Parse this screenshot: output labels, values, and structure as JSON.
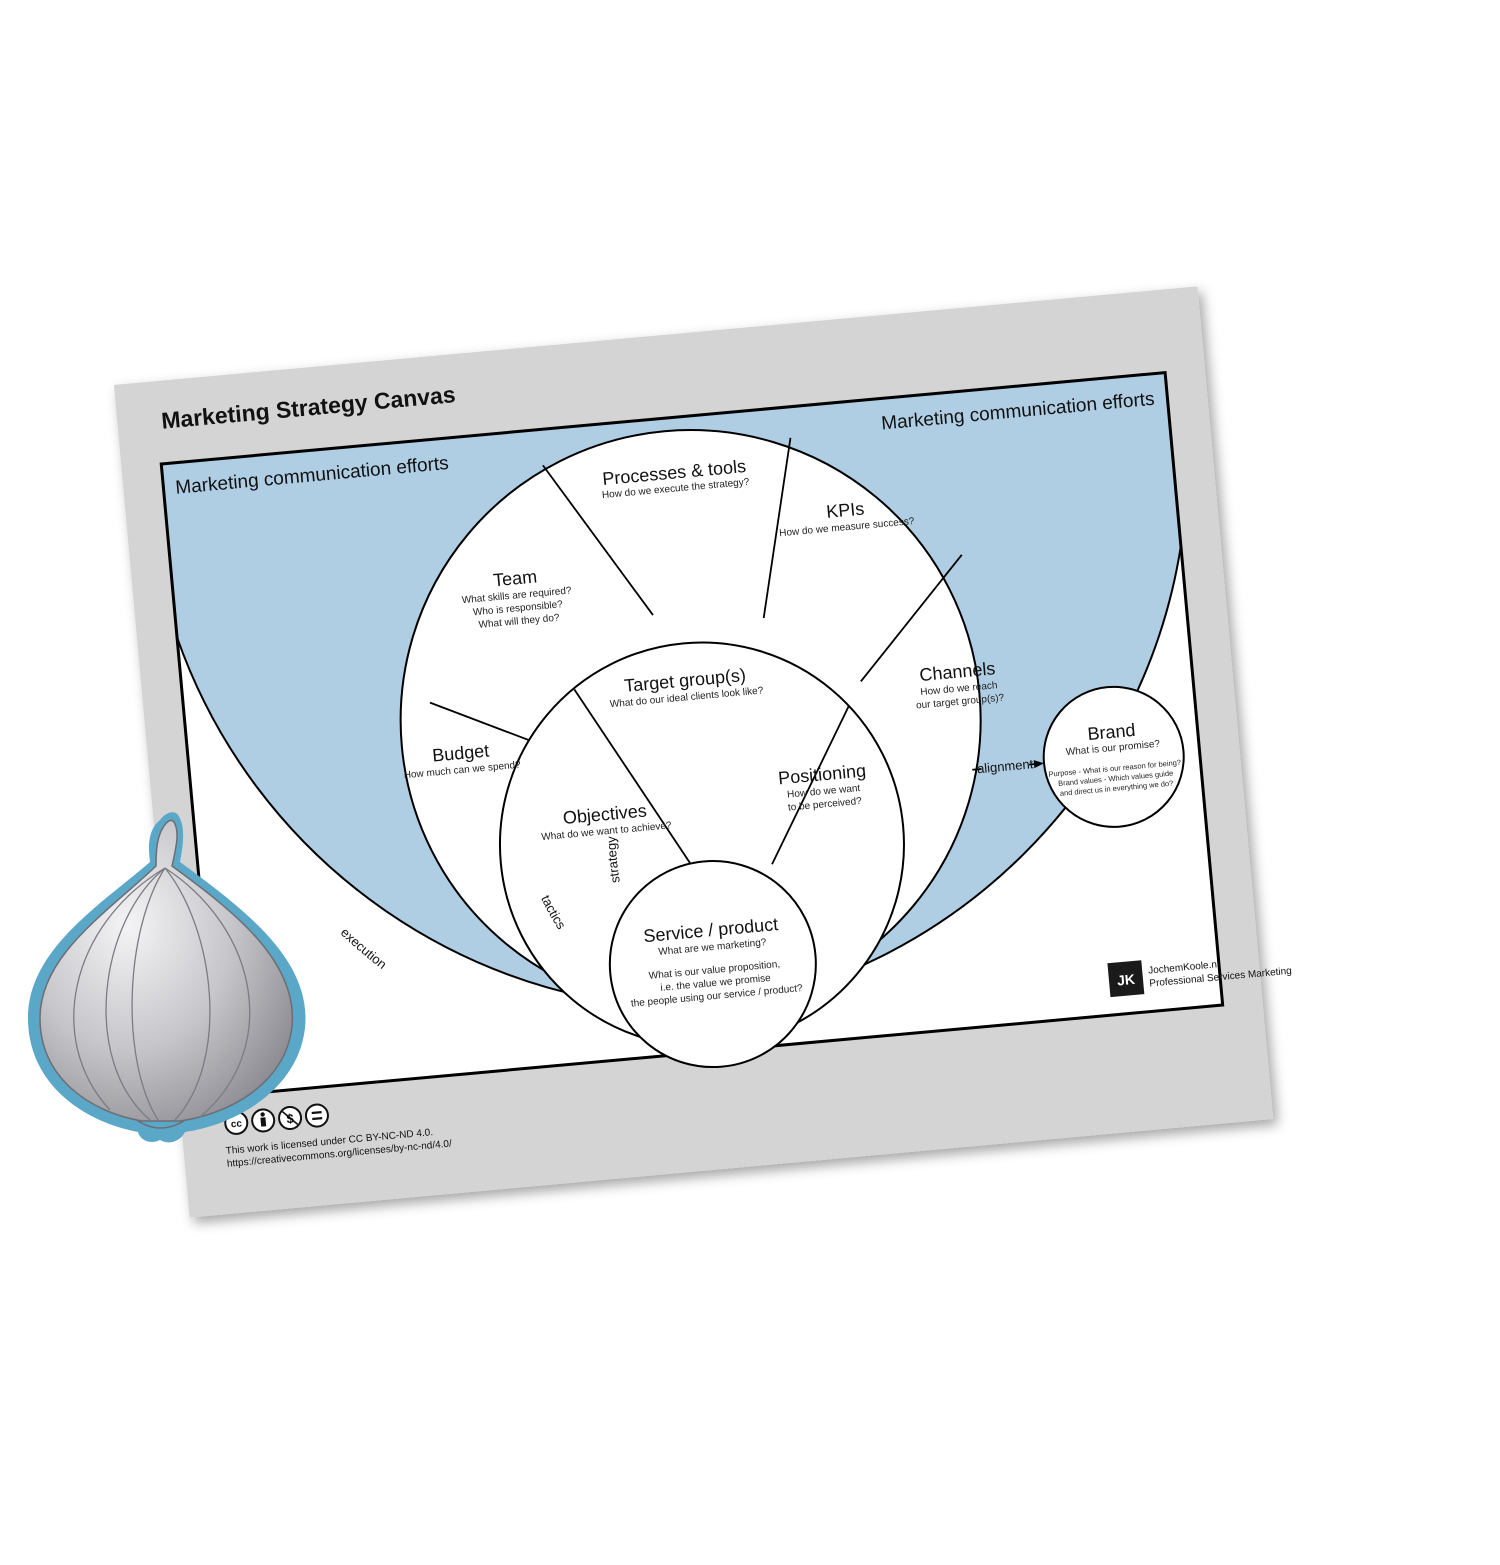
{
  "title": "Marketing Strategy Canvas",
  "marketing_efforts": "Marketing communication efforts",
  "sections": {
    "processes": {
      "title": "Processes & tools",
      "lines": [
        "How do we execute the strategy?"
      ]
    },
    "kpis": {
      "title": "KPIs",
      "lines": [
        "How do we measure success?"
      ]
    },
    "team": {
      "title": "Team",
      "lines": [
        "What skills are required?",
        "Who is responsible?",
        "What will they do?"
      ]
    },
    "channels": {
      "title": "Channels",
      "lines": [
        "How do we reach",
        "our target group(s)?"
      ]
    },
    "budget": {
      "title": "Budget",
      "lines": [
        "How much can we spend?"
      ]
    },
    "target": {
      "title": "Target group(s)",
      "lines": [
        "What do our ideal clients look like?"
      ]
    },
    "objectives": {
      "title": "Objectives",
      "lines": [
        "What do we want to achieve?"
      ]
    },
    "positioning": {
      "title": "Positioning",
      "lines": [
        "How do we want",
        "to be perceived?"
      ]
    },
    "service": {
      "title": "Service / product",
      "lines": [
        "What are we marketing?"
      ],
      "detail": [
        "What is our value proposition,",
        "i.e. the value we promise",
        "the people using our service / product?"
      ]
    },
    "brand": {
      "title": "Brand",
      "lines": [
        "What is our promise?"
      ],
      "detail": [
        "Purpose - What is our reason for being?",
        "Brand values - Which values guide",
        "and direct us in everything we do?"
      ]
    }
  },
  "layer_labels": {
    "execution": "execution",
    "tactics": "tactics",
    "strategy": "strategy",
    "alignment": "alignment"
  },
  "logo": {
    "mark": "JK",
    "site": "JochemKoole.nl",
    "tagline": "Professional Services Marketing"
  },
  "license": {
    "icons": [
      "cc",
      "by",
      "nc",
      "nd"
    ],
    "line1": "This work is licensed under CC BY-NC-ND 4.0.",
    "line2": "https://creativecommons.org/licenses/by-nc-nd/4.0/"
  },
  "colors": {
    "sheet": "#d4d4d4",
    "efforts_blue": "#afcde3",
    "onion_outline": "#5aa7c8",
    "onion_fill": "#c4c4c8"
  }
}
